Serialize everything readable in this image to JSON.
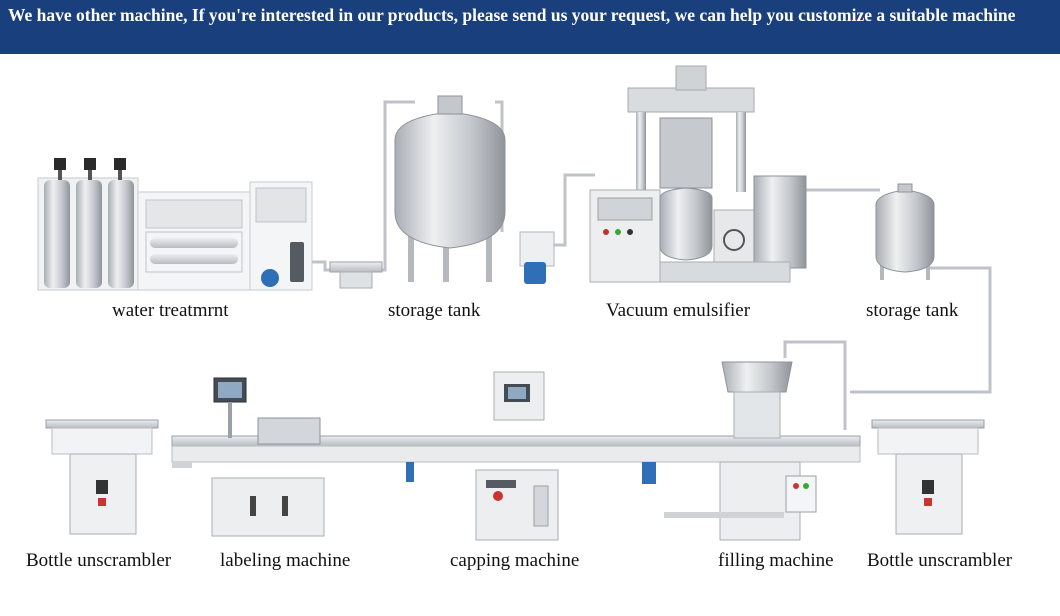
{
  "banner": {
    "text": "We have other machine, If you're interested in our products, please send us your request, we can help you customize  a suitable machine"
  },
  "colors": {
    "banner_bg": "#1a3f7d",
    "steel": "#c9cdd2",
    "panel": "#e6e8ea",
    "pump": "#2f6fb7"
  },
  "machines_top": [
    {
      "label": "water treatmrnt"
    },
    {
      "label": "storage tank"
    },
    {
      "label": "Vacuum emulsifier"
    },
    {
      "label": "storage tank"
    }
  ],
  "machines_bottom": [
    {
      "label": "Bottle unscrambler"
    },
    {
      "label": "labeling machine"
    },
    {
      "label": "capping machine"
    },
    {
      "label": "filling machine"
    },
    {
      "label": "Bottle unscrambler"
    }
  ]
}
